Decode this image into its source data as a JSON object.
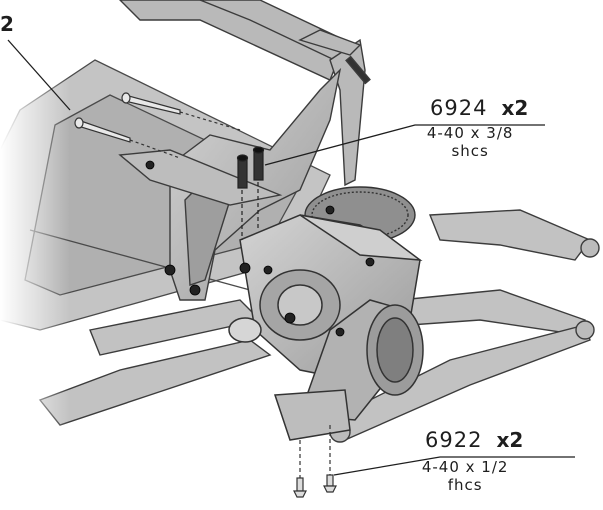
{
  "edge_fragment": "2",
  "callouts": [
    {
      "part_number": "6924",
      "quantity": "x2",
      "size": "4-40 x 3/8",
      "type": "shcs"
    },
    {
      "part_number": "6922",
      "quantity": "x2",
      "size": "4-40 x 1/2",
      "type": "fhcs"
    }
  ],
  "colors": {
    "part_gray": "#b7b7b7",
    "outline": "#3c3c3c",
    "text": "#1e1e1e"
  }
}
